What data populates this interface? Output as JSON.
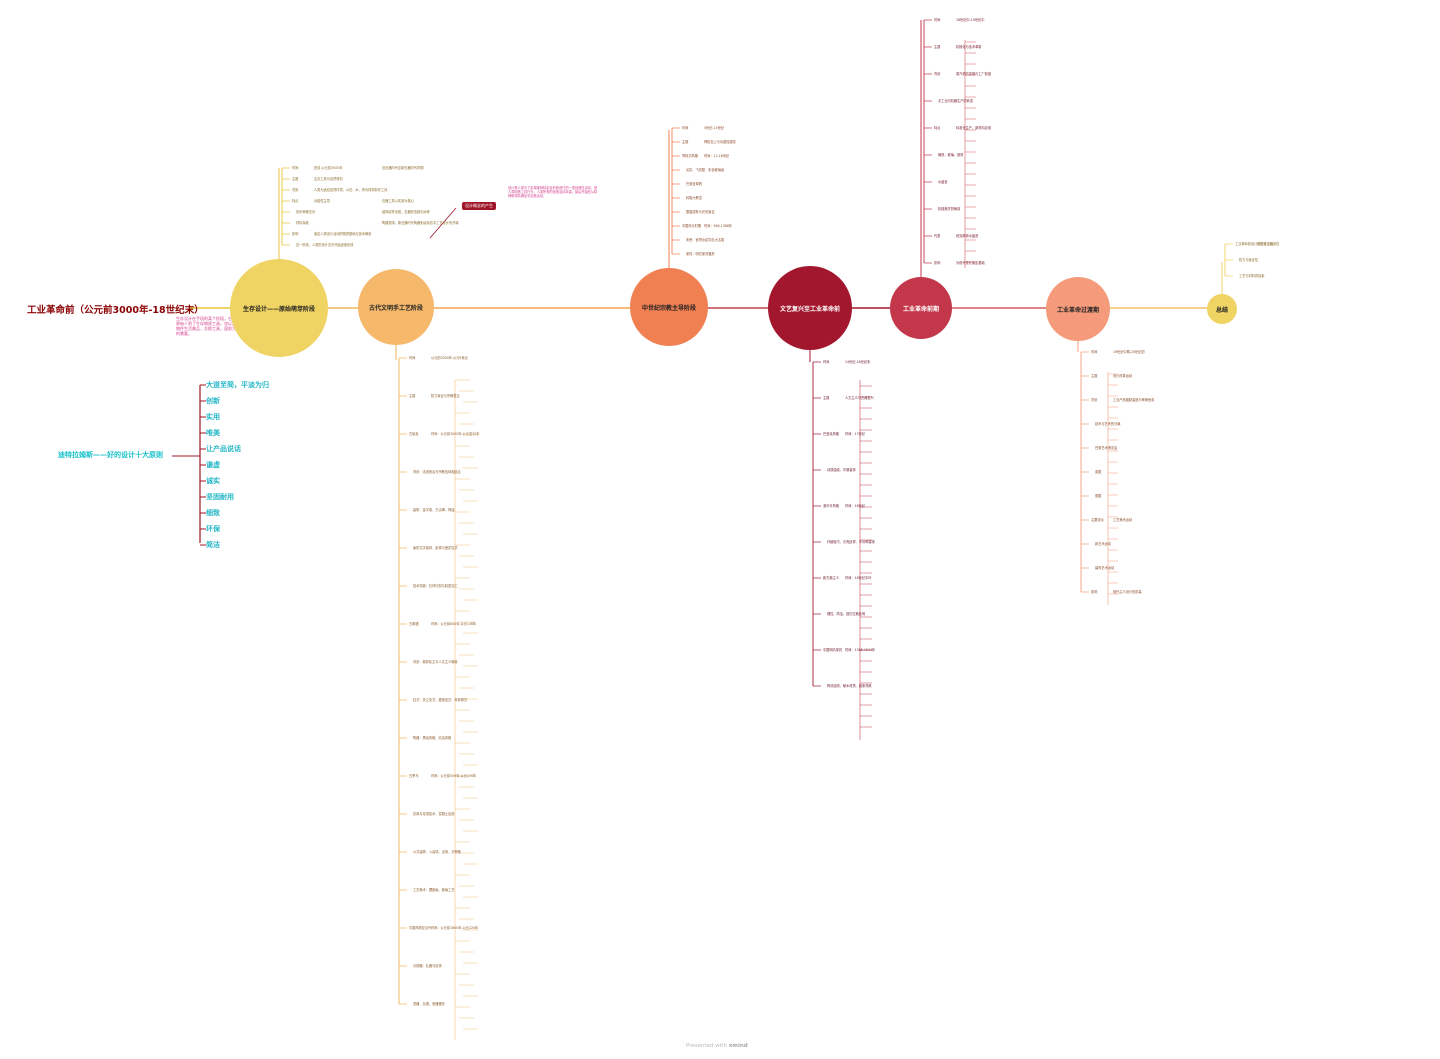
{
  "title": "工业革命前（公元前3000年-18世纪末）",
  "description": "生存设计在手段的某个阶段，它是出人类生活以外，从原始人到了生存物质工具，也以此状况，自然初人设计物件生活美品，交换工具，居前方大，通过生存和发展的需要。",
  "phases": [
    {
      "label": "生存设计——原始萌芽阶段",
      "color": "#efd363"
    },
    {
      "label": "古代文明手工艺阶段",
      "color": "#f6b86b"
    },
    {
      "label": "中世纪宗教主导阶段",
      "color": "#f07f52"
    },
    {
      "label": "文艺复兴至工业革命前",
      "color": "#a3172e"
    },
    {
      "label": "工业革命前期",
      "color": "#c4374a"
    },
    {
      "label": "工业革命过渡期",
      "color": "#f59b7b"
    },
    {
      "label": "总结",
      "color": "#efd363"
    }
  ],
  "callout": {
    "tag": "设计概念的产生",
    "text": "设计是人类为了实现某种特定目的而进行的一项创造性活动，是人类制造工具行为，人类所有的创造活动本源，最后开始在从精神和感情满足中创造活动。"
  },
  "rams": {
    "title": "迪特拉姆斯——好的设计十大原则",
    "items": [
      "大道至简，平淡为归",
      "创新",
      "实用",
      "唯美",
      "让产品说话",
      "谦虚",
      "诚实",
      "坚固耐用",
      "细致",
      "环保",
      "简洁"
    ]
  },
  "branches": {
    "primitive": {
      "items": [
        {
          "text": "时间",
          "detail": "史前-公元前3000年",
          "extra": "旧石器时代至新石器时代早期"
        },
        {
          "text": "主题",
          "detail": "生存工具与自然材料"
        },
        {
          "text": "背景",
          "detail": "人类为适应自然环境，以石、木、骨为材料制作工具"
        },
        {
          "text": "特点",
          "detail": "功能性主导",
          "extra": "石器工具以实用为核心"
        },
        {
          "text": "",
          "detail": "初步审美意识",
          "extra": "装饰纹样出现，石器形态趋向对称"
        },
        {
          "text": "",
          "detail": "材料探索",
          "extra": "陶器发明，新石器时代陶器彩绘标志手工艺设计的开端"
        },
        {
          "text": "影响",
          "detail": "奠定人类设计活动的物质基础与技术萌芽"
        },
        {
          "text": "",
          "detail": "这一阶段，人类的设计意识开始逐渐形成"
        }
      ]
    },
    "ancient": {
      "items": [
        {
          "text": "时间",
          "detail": "公元前3000年-公元5世纪"
        },
        {
          "text": "主题",
          "detail": "权力象征与宗教表达"
        },
        {
          "text": "古埃及",
          "detail": "时间：公元前3000年-公元前30年"
        },
        {
          "text": "",
          "detail": "背景：法老统治与宗教信仰相结合"
        },
        {
          "text": "",
          "detail": "建筑：金字塔、方尖碑、神庙"
        },
        {
          "text": "",
          "detail": "象形文字装饰、纸草与莲花柱式"
        },
        {
          "text": "",
          "detail": "技术突破：石材切割与精密加工"
        },
        {
          "text": "古希腊",
          "detail": "时间：公元前800年-公元146年"
        },
        {
          "text": "",
          "detail": "背景：城邦民主与人文主义萌芽"
        },
        {
          "text": "",
          "detail": "柱式：多立克式、爱奥尼式、科林斯式"
        },
        {
          "text": "",
          "detail": "陶器：黑绘风格、红绘风格"
        },
        {
          "text": "古罗马",
          "detail": "时间：公元前509年-公元476年"
        },
        {
          "text": "",
          "detail": "拱券与穹顶技术、混凝土应用"
        },
        {
          "text": "",
          "detail": "公共建筑：斗兽场、浴场、万神殿"
        },
        {
          "text": "",
          "detail": "工艺美术：镶嵌画、玻璃工艺"
        },
        {
          "text": "中国商周至汉代",
          "detail": "时间：公元前1600年-公元220年"
        },
        {
          "text": "",
          "detail": "青铜器：礼器与纹饰"
        },
        {
          "text": "",
          "detail": "漆器、丝绸、瓷器雏形"
        }
      ]
    },
    "medieval": {
      "items": [
        {
          "text": "时间",
          "detail": "5世纪-15世纪"
        },
        {
          "text": "主题",
          "detail": "神权至上与功能性服务"
        },
        {
          "text": "哥特式风格",
          "detail": "时间：12-16世纪"
        },
        {
          "text": "",
          "detail": "尖拱、飞扶壁、彩色玻璃窗"
        },
        {
          "text": "",
          "detail": "巴黎圣母院"
        },
        {
          "text": "",
          "detail": "科隆大教堂"
        },
        {
          "text": "",
          "detail": "垂直线条与光的象征"
        },
        {
          "text": "中国宋元时期",
          "detail": "时间：960-1368年"
        },
        {
          "text": "",
          "detail": "宋瓷：官哥汝定钧五大名窑"
        },
        {
          "text": "",
          "detail": "家具：明式家具雏形"
        }
      ]
    },
    "renaissance": {
      "items": [
        {
          "text": "时间",
          "detail": "14世纪-18世纪末"
        },
        {
          "text": "主题",
          "detail": "人文主义与古典复兴"
        },
        {
          "text": "巴洛克风格",
          "detail": "时间：17世纪"
        },
        {
          "text": "",
          "detail": "动感曲线、华丽装饰"
        },
        {
          "text": "洛可可风格",
          "detail": "时间：18世纪"
        },
        {
          "text": "",
          "detail": "纤细轻巧、贝壳纹样、不对称装饰"
        },
        {
          "text": "新古典主义",
          "detail": "时间：18世纪中叶"
        },
        {
          "text": "",
          "detail": "理性、简洁、回归古典比例"
        },
        {
          "text": "中国明清家具",
          "detail": "时间：1368-1644年"
        },
        {
          "text": "",
          "detail": "榫卯结构、硬木材质、线条简练"
        }
      ]
    },
    "earlyIndustrial": {
      "items": [
        {
          "text": "时间",
          "detail": "18世纪中-19世纪中"
        },
        {
          "text": "主题",
          "detail": "机械化与技术革新"
        },
        {
          "text": "背景",
          "detail": "蒸汽机的发明与工厂制度"
        },
        {
          "text": "",
          "detail": "手工业向机器生产的转变"
        },
        {
          "text": "特点",
          "detail": "标准化生产、新材料应用"
        },
        {
          "text": "",
          "detail": "铸铁、玻璃、钢材"
        },
        {
          "text": "",
          "detail": "水晶宫"
        },
        {
          "text": "",
          "detail": "机械美学的萌芽"
        },
        {
          "text": "代表",
          "detail": "帕克斯顿水晶宫"
        },
        {
          "text": "影响",
          "detail": "为现代设计奠定基础"
        }
      ]
    },
    "transition": {
      "items": [
        {
          "text": "时间",
          "detail": "19世纪中期-20世纪初"
        },
        {
          "text": "主题",
          "detail": "设计改革运动"
        },
        {
          "text": "背景",
          "detail": "工业产品粗制滥造与审美危机"
        },
        {
          "text": "",
          "detail": "技术与艺术的分离"
        },
        {
          "text": "",
          "detail": "巴黎艺术博览会"
        },
        {
          "text": "",
          "detail": "英国"
        },
        {
          "text": "",
          "detail": "德国"
        },
        {
          "text": "主要流派",
          "detail": "工艺美术运动"
        },
        {
          "text": "",
          "detail": "新艺术运动"
        },
        {
          "text": "",
          "detail": "装饰艺术运动"
        },
        {
          "text": "影响",
          "detail": "现代主义设计的前奏"
        }
      ]
    },
    "summary": {
      "items": [
        {
          "text": "工业革命前设计的三大主线",
          "detail": "功能性与实用性"
        },
        {
          "text": "",
          "detail": "权力与象征性"
        },
        {
          "text": "",
          "detail": "工艺与材料的探索"
        }
      ]
    }
  },
  "footer": {
    "prefix": "Presented with",
    "brand": "xmind"
  }
}
